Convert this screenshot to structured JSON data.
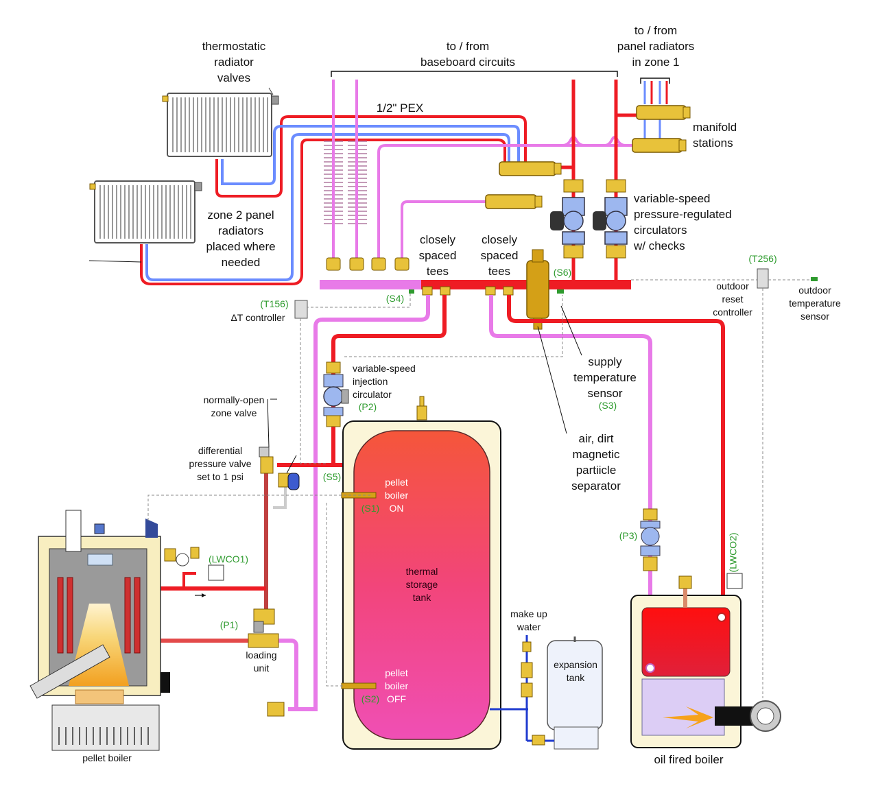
{
  "labels": {
    "thermostatic_valves": "thermostatic\nradiator\nvalves",
    "baseboard": "to / from\nbaseboard circuits",
    "panel_zone1": "to / from\npanel radiators\nin zone 1",
    "pex": "1/2\" PEX",
    "manifold": "manifold\nstations",
    "zone2": "zone 2 panel\nradiators\nplaced where\nneeded",
    "circulators": "variable-speed\npressure-regulated\ncirculators\nw/ checks",
    "tees_left": "closely\nspaced\ntees",
    "tees_right": "closely\nspaced\ntees",
    "t256": "(T256)",
    "outdoor_reset": "outdoor\nreset\ncontroller",
    "outdoor_sensor": "outdoor\ntemperature\nsensor",
    "t156": "(T156)",
    "dt_controller": "ΔT controller",
    "s4": "(S4)",
    "s6": "(S6)",
    "injection": "variable-speed\ninjection\ncirculator",
    "p2": "(P2)",
    "supply_sensor": "supply\ntemperature\nsensor",
    "s3": "(S3)",
    "zone_valve": "normally-open\nzone valve",
    "separator": "air, dirt\nmagnetic\npartiicle\nseparator",
    "diff_valve": "differential\npressure valve\nset to 1 psi",
    "s5": "(S5)",
    "pellet_on": "pellet\nboiler\nON",
    "s1": "(S1)",
    "lwco1": "(LWCO1)",
    "p3": "(P3)",
    "lwco2": "(LWCO2)",
    "thermal_storage": "thermal\nstorage\ntank",
    "p1": "(P1)",
    "loading_unit": "loading\nunit",
    "makeup_water": "make up\nwater",
    "expansion_tank": "expansion\ntank",
    "pellet_off": "pellet\nboiler\nOFF",
    "s2": "(S2)",
    "pellet_boiler": "pellet boiler",
    "oil_boiler": "oil fired boiler"
  },
  "colors": {
    "supply": "#ee1c24",
    "return": "#e87ae8",
    "cold": "#6b8cff",
    "brass": "#e8c23a",
    "sensor": "#2e9b2e",
    "tank_cream": "#fbf5d8",
    "tank_top": "#f5563a",
    "tank_bottom": "#f04fb5"
  }
}
